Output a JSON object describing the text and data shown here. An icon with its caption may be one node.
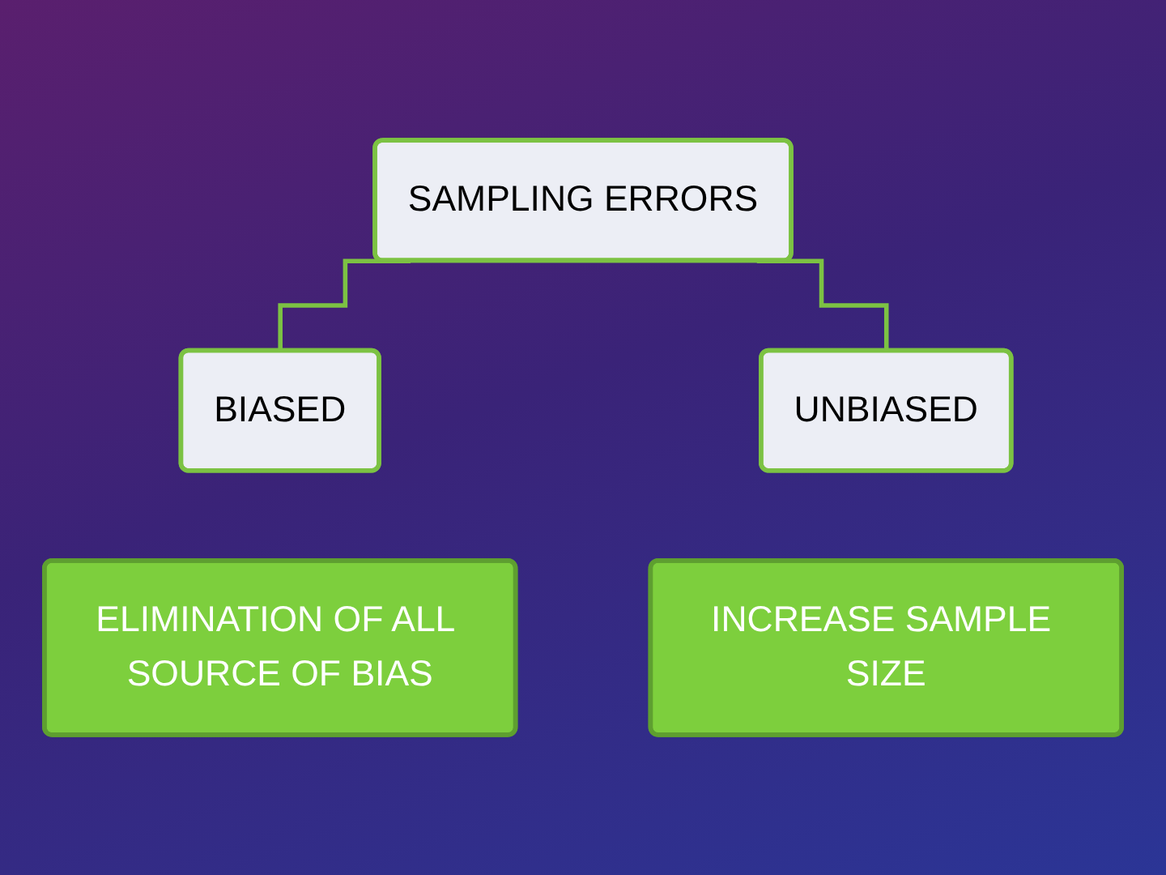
{
  "diagram": {
    "nodes": [
      {
        "text": [
          "SAMPLING ERRORS"
        ]
      },
      {
        "text": [
          "BIASED"
        ]
      },
      {
        "text": [
          "UNBIASED"
        ]
      },
      {
        "text": [
          "ELIMINATION OF ALL SOURCE OF BIAS"
        ]
      },
      {
        "text": [
          "INCREASE SAMPLE SIZE"
        ]
      }
    ],
    "edges": [
      {
        "from": 0,
        "to": 1,
        "arrow": "none"
      },
      {
        "from": 0,
        "to": 2,
        "arrow": "none"
      }
    ]
  }
}
